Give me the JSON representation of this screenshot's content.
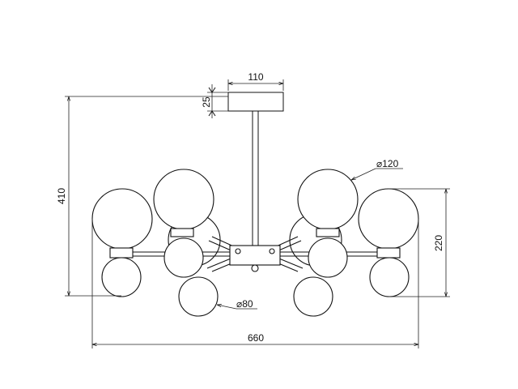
{
  "dimensions": {
    "canopy_width": "110",
    "canopy_height": "25",
    "total_height": "410",
    "globe_large": "⌀120",
    "globe_small": "⌀80",
    "globes_height": "220",
    "total_width": "660"
  }
}
